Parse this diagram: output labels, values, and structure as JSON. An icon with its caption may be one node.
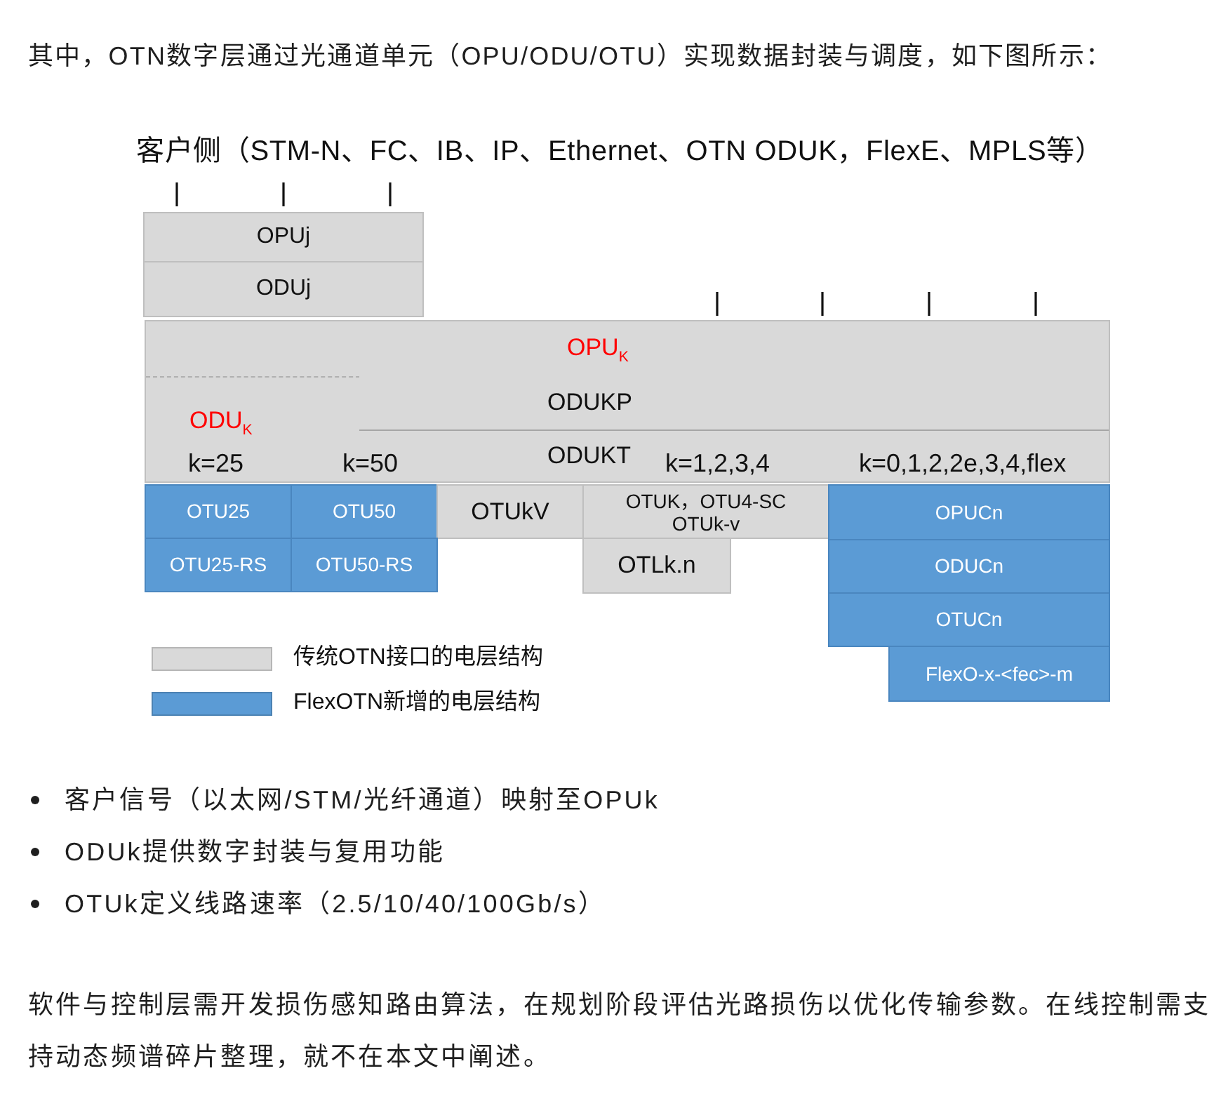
{
  "diagram": {
    "nodes": [
      {
        "text": [
          "OPUj"
        ]
      },
      {
        "text": [
          "ODUj"
        ]
      },
      {
        "text": [
          "ODU$_{K}$"
        ]
      },
      {
        "text": [
          "OPU$_{K}$"
        ],
        "in": 2
      },
      {
        "text": [
          "ODUKP"
        ],
        "in": 2
      },
      {
        "text": [
          "ODUKT"
        ],
        "in": 2
      },
      {
        "text": [
          "OTU25"
        ]
      },
      {
        "text": [
          "OTU50"
        ]
      },
      {
        "text": [
          "OTUkV"
        ]
      },
      {
        "text": [
          "OTUK，OTU4-SC OTUk-v"
        ]
      },
      {
        "text": [
          "OPUCn"
        ]
      },
      {
        "text": [
          "OTU25-RS"
        ]
      },
      {
        "text": [
          "OTU50-RS"
        ]
      },
      {
        "text": [
          "OTLk.n"
        ]
      },
      {
        "text": [
          "ODUCn"
        ]
      },
      {
        "text": [
          "OTUCn"
        ]
      },
      {
        "text": [
          "FlexO-x-<fec>-m"
        ]
      }
    ],
    "labels": [
      "其中，OTN数字层通过光通道单元（OPU/ODU/OTU）实现数据封装与调度，如下图所示：",
      "客户侧（STM-N、FC、IB、IP、Ethernet、OTN ODUK，FlexE、MPLS等）",
      "k=25",
      "k=50",
      "k=1,2,3,4",
      "k=0,1,2,2e,3,4,flex",
      "客户信号（以太网/STM/光纤通道）映射至OPUk",
      "ODUk提供数字封装与复用功能",
      "OTUk定义线路速率（2.5/10/40/100Gb/s）",
      "软件与控制层需开发损伤感知路由算法，在规划阶段评估光路损伤以优化传输参数。在线控制需支持动态频谱碎片整理，就不在本文中阐述。"
    ],
    "legend": [
      {
        "text": "传统OTN接口的电层结构",
        "color": "#d9d9d9"
      },
      {
        "text": "FlexOTN新增的电层结构",
        "color": "#5b9bd5"
      }
    ]
  }
}
